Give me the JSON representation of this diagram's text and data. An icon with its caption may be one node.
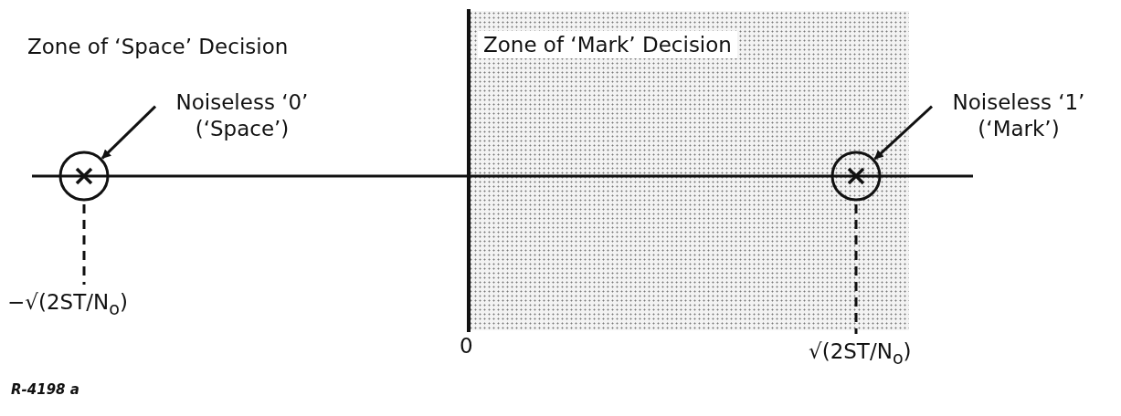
{
  "diagram": {
    "nodes": [
      {
        "text": [
          "Zone of ‘Mark’ Decision"
        ]
      },
      {
        "text": [
          "Noiseless ‘0’ (‘Space’)"
        ]
      },
      {
        "text": [],
        "shape": "circle"
      },
      {
        "text": [
          "Noiseless ‘1’ (‘Mark’)"
        ]
      },
      {
        "text": [],
        "shape": "circle",
        "in": 0
      }
    ],
    "edges": [
      {
        "from": 1,
        "to": 2,
        "arrow": "to"
      },
      {
        "from": 3,
        "to": 4,
        "arrow": "to"
      }
    ],
    "labels": [
      "Zone of ‘Space’ Decision",
      "−√(2ST/N$_{o}$)",
      "0",
      "√(2ST/N$_{o}$)",
      "R-4198 a"
    ]
  }
}
